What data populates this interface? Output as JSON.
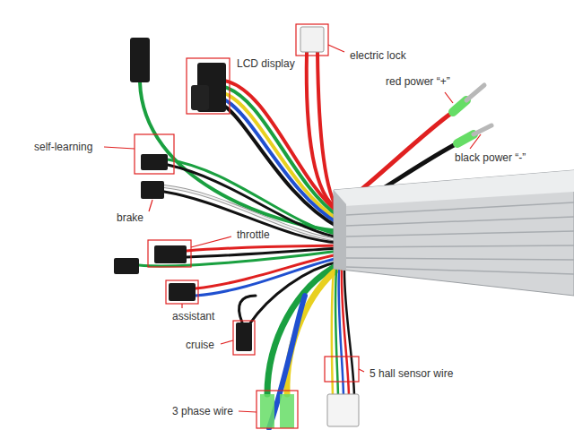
{
  "diagram": {
    "labels": [
      "LCD display",
      "electric lock",
      "red power “+”",
      "black power “-”",
      "self-learning",
      "brake",
      "throttle",
      "assistant",
      "cruise",
      "5 hall sensor wire",
      "3 phase wire"
    ]
  }
}
